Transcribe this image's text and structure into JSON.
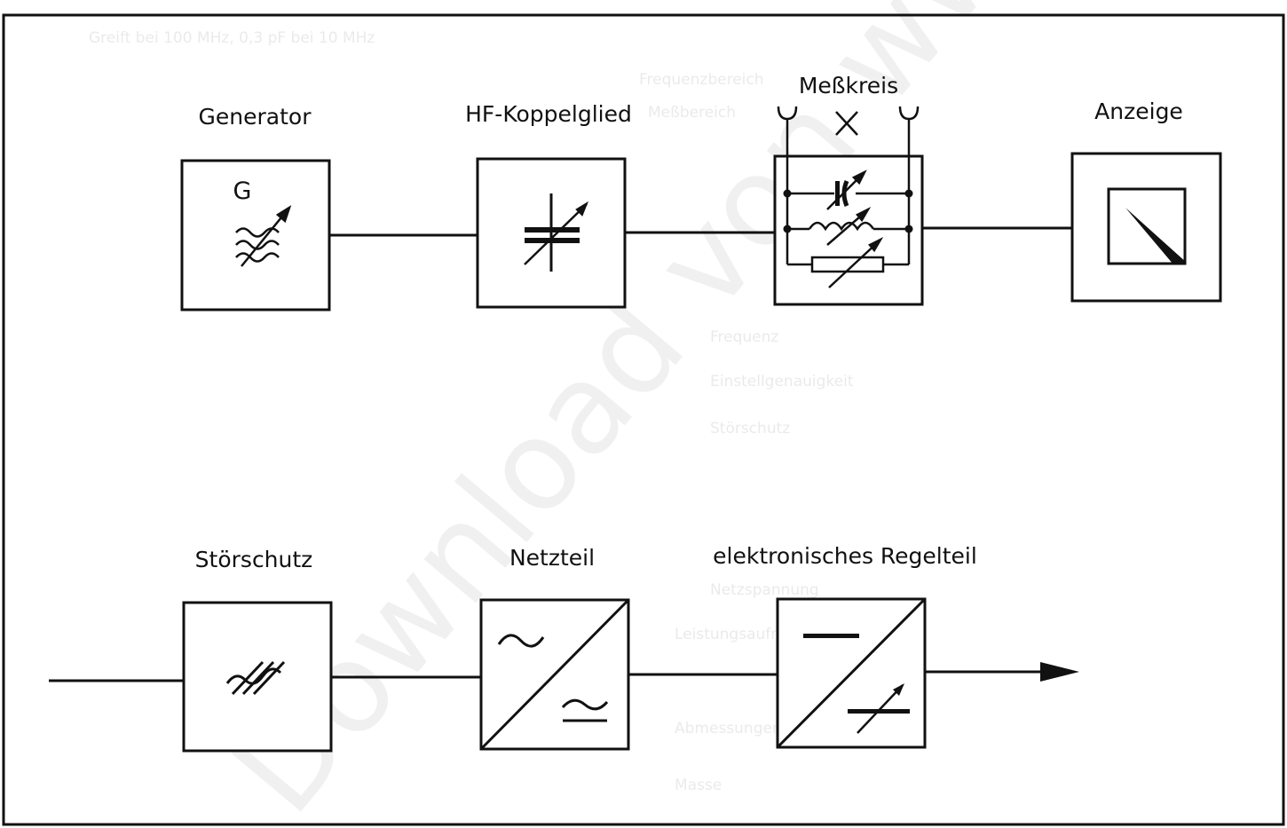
{
  "blocks": {
    "generator": {
      "label": "Generator",
      "symbol": "G"
    },
    "koppelglied": {
      "label": "HF-Koppelglied"
    },
    "messkreis": {
      "label": "Meßkreis"
    },
    "anzeige": {
      "label": "Anzeige"
    },
    "stoerschutz": {
      "label": "Störschutz"
    },
    "netzteil": {
      "label": "Netzteil"
    },
    "regelteil": {
      "label": "elektronisches Regelteil"
    }
  },
  "watermark": "Download von www.ra",
  "bleed_through_text": [
    "Greift bei 100 MHz, 0,3 pF bei 10 MHz",
    "Frequenzbereich",
    "Meßbereich",
    "Frequenz",
    "Einstellgenauigkeit",
    "Störschutz",
    "Netzspannung",
    "Leistungsaufnahme",
    "Abmessungen",
    "Masse"
  ],
  "colors": {
    "ink": "#111111",
    "paper": "#ffffff"
  }
}
